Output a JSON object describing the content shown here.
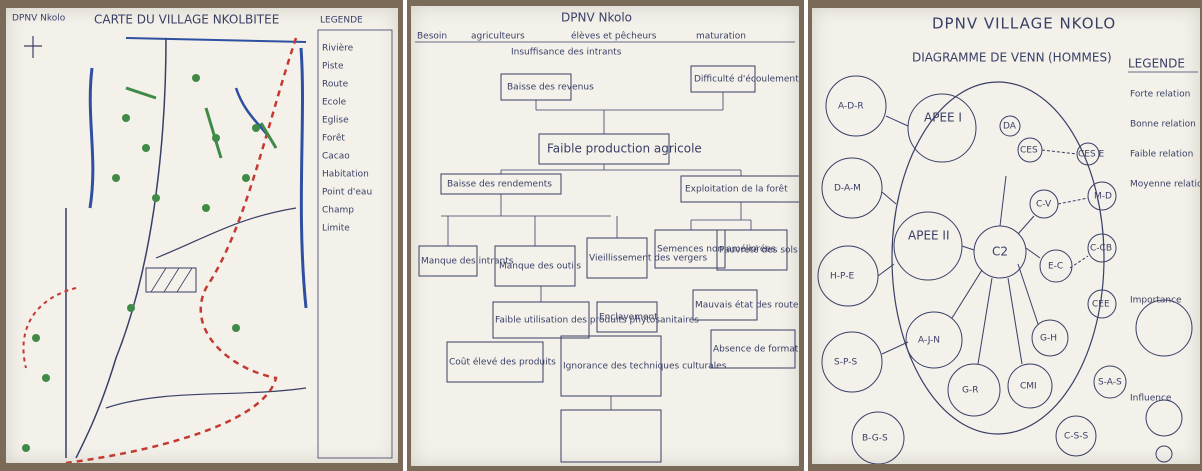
{
  "panels": [
    {
      "header": "DPNV Nkolo",
      "title": "CARTE DU VILLAGE NKOLBITEE",
      "legend_title": "LEGENDE",
      "legend_items": [
        "Rivière",
        "Piste",
        "Route",
        "Ecole",
        "Eglise",
        "Forêt",
        "Cacao",
        "Habitation",
        "Point d'eau",
        "Champ",
        "Limite"
      ]
    },
    {
      "header": "DPNV Nkolo",
      "header_row": [
        "Besoin",
        "agriculteurs",
        "élèves et pêcheurs",
        "maturation"
      ],
      "top_note": "Insuffisance des intrants",
      "boxes": [
        "Baisse des revenus",
        "Difficulté d'écoulement",
        "Faible production agricole",
        "Baisse des rendements",
        "Exploitation de la forêt",
        "Manque des intrants",
        "Manque des outils",
        "Vieillissement des vergers",
        "Semences non améliorées",
        "Pauvreté des sols",
        "Faible utilisation des produits phytosanitaires",
        "Enclavement",
        "Mauvais état des routes",
        "Coût élevé des produits",
        "Ignorance des techniques culturales",
        "Absence de formation des producteurs"
      ]
    },
    {
      "header": "DPNV VILLAGE NKOLO",
      "title": "DIAGRAMME DE VENN",
      "subtitle": "(HOMMES)",
      "legend_title": "LEGENDE",
      "outer_circles": [
        "A-D-R",
        "D-A-M",
        "H-P-E",
        "S-P-S",
        "B-G-S"
      ],
      "inner_circles": [
        "APEE I",
        "APEE II",
        "C2",
        "CES",
        "A-J-N",
        "G-R",
        "CMI",
        "G-H",
        "E-C",
        "C-V",
        "DA"
      ],
      "right_circles": [
        "M-D",
        "C-CB",
        "CEE",
        "S-A-S",
        "C-S-S",
        "CES E"
      ],
      "legend_items": [
        "Forte relation",
        "Bonne relation",
        "Faible relation",
        "Moyenne relation",
        "Importance",
        "Influence"
      ]
    }
  ],
  "colors": {
    "paper": "#f3f1ea",
    "ink": "#3a3f66",
    "red": "#c43a32",
    "green": "#3f8a46",
    "blue": "#2f4fa0",
    "frame": "#6e6152"
  }
}
